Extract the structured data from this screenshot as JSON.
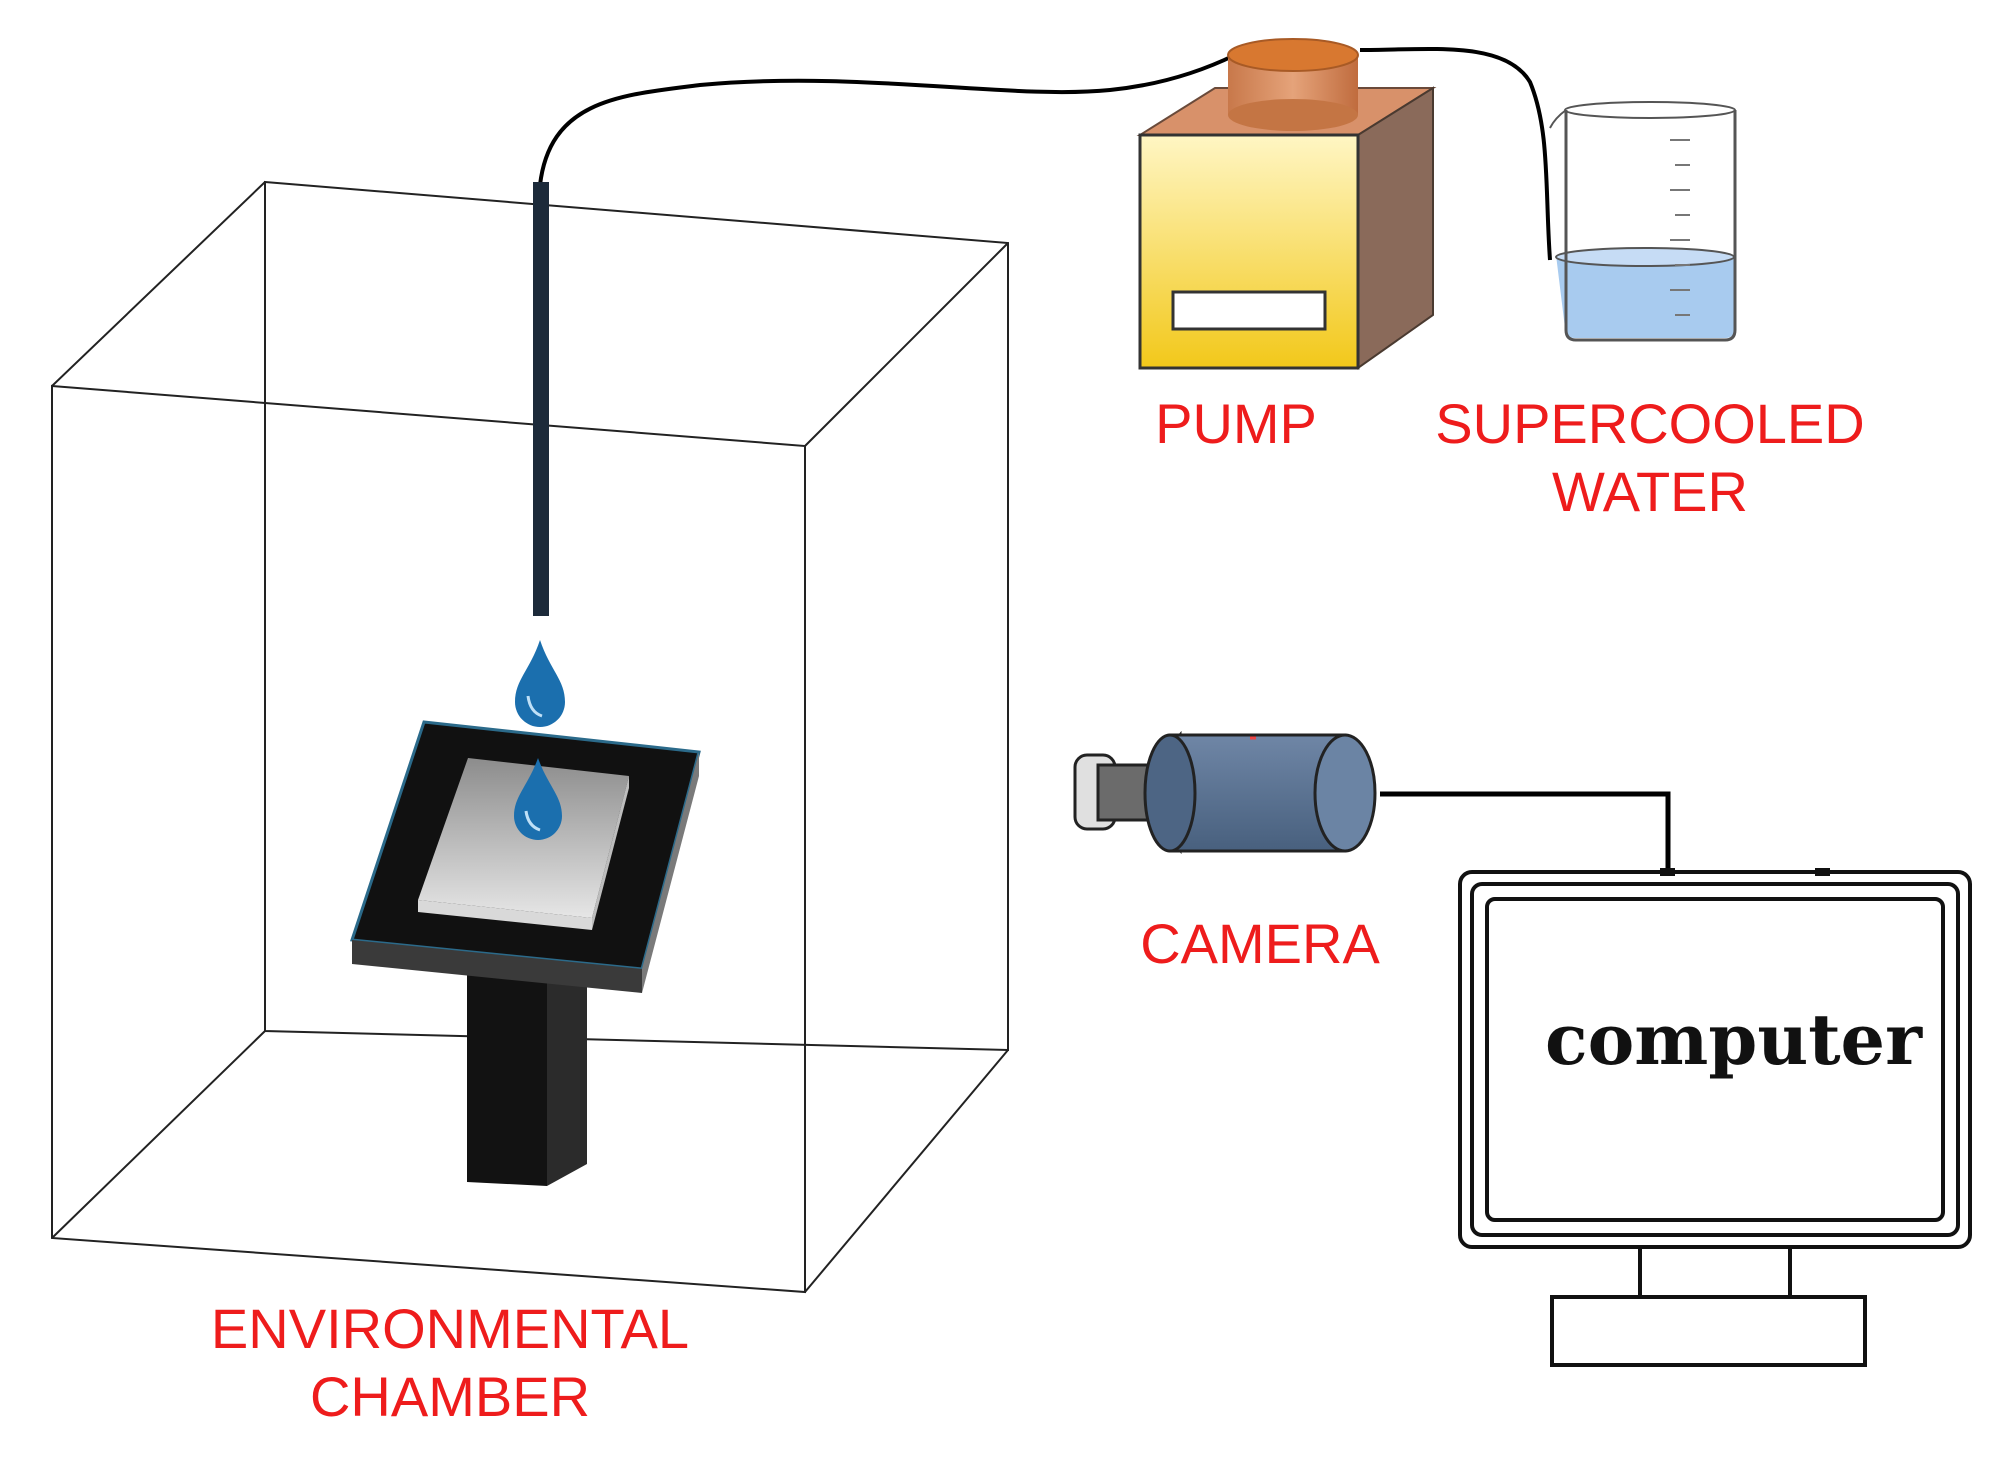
{
  "labels": {
    "pump": "PUMP",
    "water": [
      "SUPERCOOLED",
      "WATER"
    ],
    "camera": "CAMERA",
    "chamber": [
      "ENVIRONMENTAL",
      "CHAMBER"
    ]
  },
  "screen_text": "computer",
  "colors": {
    "label": "#ee1c1c",
    "tube": "#1c2a3a",
    "droplet": "#1b6fae",
    "pump_front": "#f5d21e",
    "pump_side": "#8a6a5a",
    "pump_top": "#d8916a",
    "pump_cap": "#d27a3e",
    "water": "#a8cbef",
    "camera_body": "#5c7494",
    "stand": "#111111"
  }
}
